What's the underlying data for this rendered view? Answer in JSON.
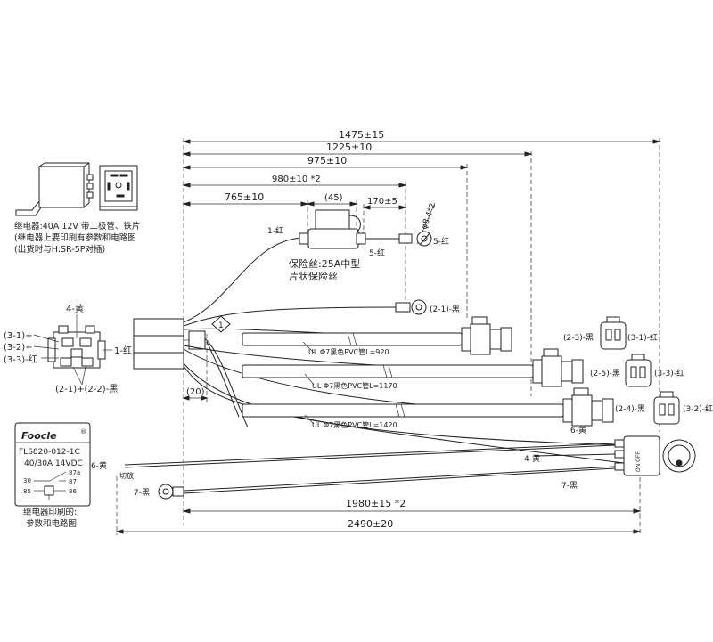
{
  "dimensions": {
    "d1475": "1475±15",
    "d1225": "1225±10",
    "d975": "975±10",
    "d980": "980±10 *2",
    "d765": "765±10",
    "d45": "(45)",
    "d170": "170±5",
    "d20": "(20)",
    "d1980": "1980±15 *2",
    "d2490": "2490±20",
    "d_ring": "φ8.4*2"
  },
  "relay_note": {
    "line1": "继电器:40A 12V 带二极管、铁片",
    "line2": "(继电器上要印刷有参数和电路图",
    "line3": "(出货时与H:SR-5P对插)"
  },
  "fuse": {
    "line1": "保险丝:25A中型",
    "line2": "片状保险丝"
  },
  "pinout": {
    "p4": "4-黄",
    "p31": "(3-1)+",
    "p32": "(3-2)+",
    "p33": "(3-3)-红",
    "p1": "1-红",
    "bottom": "(2-1)+(2-2)-黑"
  },
  "wires": {
    "w1": "1-红",
    "w5": "5-红",
    "w5b": "5-红",
    "w21": "(2-1)-黑",
    "w6": "6-黄",
    "w4": "4-黄",
    "w7": "7-黑",
    "w6left": "6-黄",
    "w7left": "7-黑",
    "cut": "切放"
  },
  "tubes": {
    "t920": "UL Φ7黑色PVC管L=920",
    "t1170": "UL Φ7黑色PVC管L=1170",
    "t1420": "UL Φ7黑色PVC管L=1420"
  },
  "connectors": {
    "c23": "(2-3)-黑",
    "c31": "(3-1)-红",
    "c25": "(2-5)-黑",
    "c33": "(3-3)-红",
    "c24": "(2-4)-黑",
    "c32": "(3-2)-红"
  },
  "relay_label": {
    "brand": "Foocle",
    "reg": "®",
    "model": "FLS820-012-1C",
    "rating": "40/30A  14VDC",
    "pin87a": "87a",
    "pin30": "30",
    "pin87": "87",
    "pin85": "85",
    "pin86": "86"
  },
  "relay_label_caption": {
    "line1": "继电器印刷的:",
    "line2": "参数和电路图"
  },
  "switch_label": "ON OFF",
  "marker": "1"
}
